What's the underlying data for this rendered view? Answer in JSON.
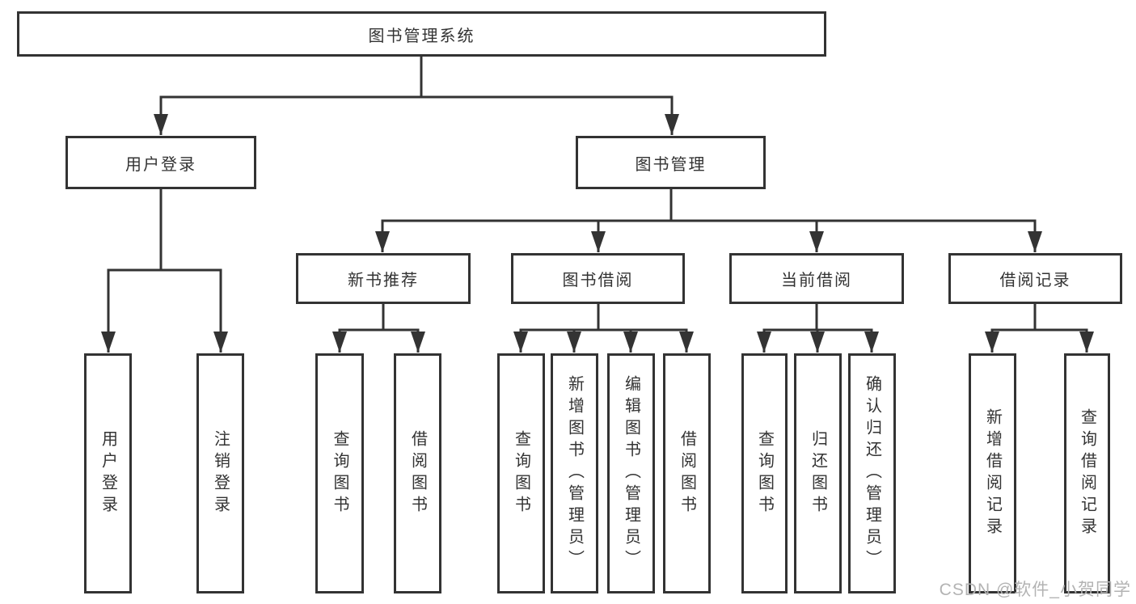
{
  "diagram": {
    "root": "图书管理系统",
    "user_login": {
      "label": "用户登录",
      "children": [
        "用户登录",
        "注销登录"
      ]
    },
    "book_mgmt": {
      "label": "图书管理",
      "sections": [
        {
          "label": "新书推荐",
          "children": [
            "查询图书",
            "借阅图书"
          ]
        },
        {
          "label": "图书借阅",
          "children": [
            "查询图书",
            "新增图书（管理员）",
            "编辑图书（管理员）",
            "借阅图书"
          ]
        },
        {
          "label": "当前借阅",
          "children": [
            "查询图书",
            "归还图书",
            "确认归还（管理员）"
          ]
        },
        {
          "label": "借阅记录",
          "children": [
            "新增借阅记录",
            "查询借阅记录"
          ]
        }
      ]
    }
  },
  "colors": {
    "line": "#333333",
    "border": "#333333",
    "text": "#333333",
    "watermark": "#b3b3b3"
  },
  "watermark": "CSDN @软件_小贺同学"
}
